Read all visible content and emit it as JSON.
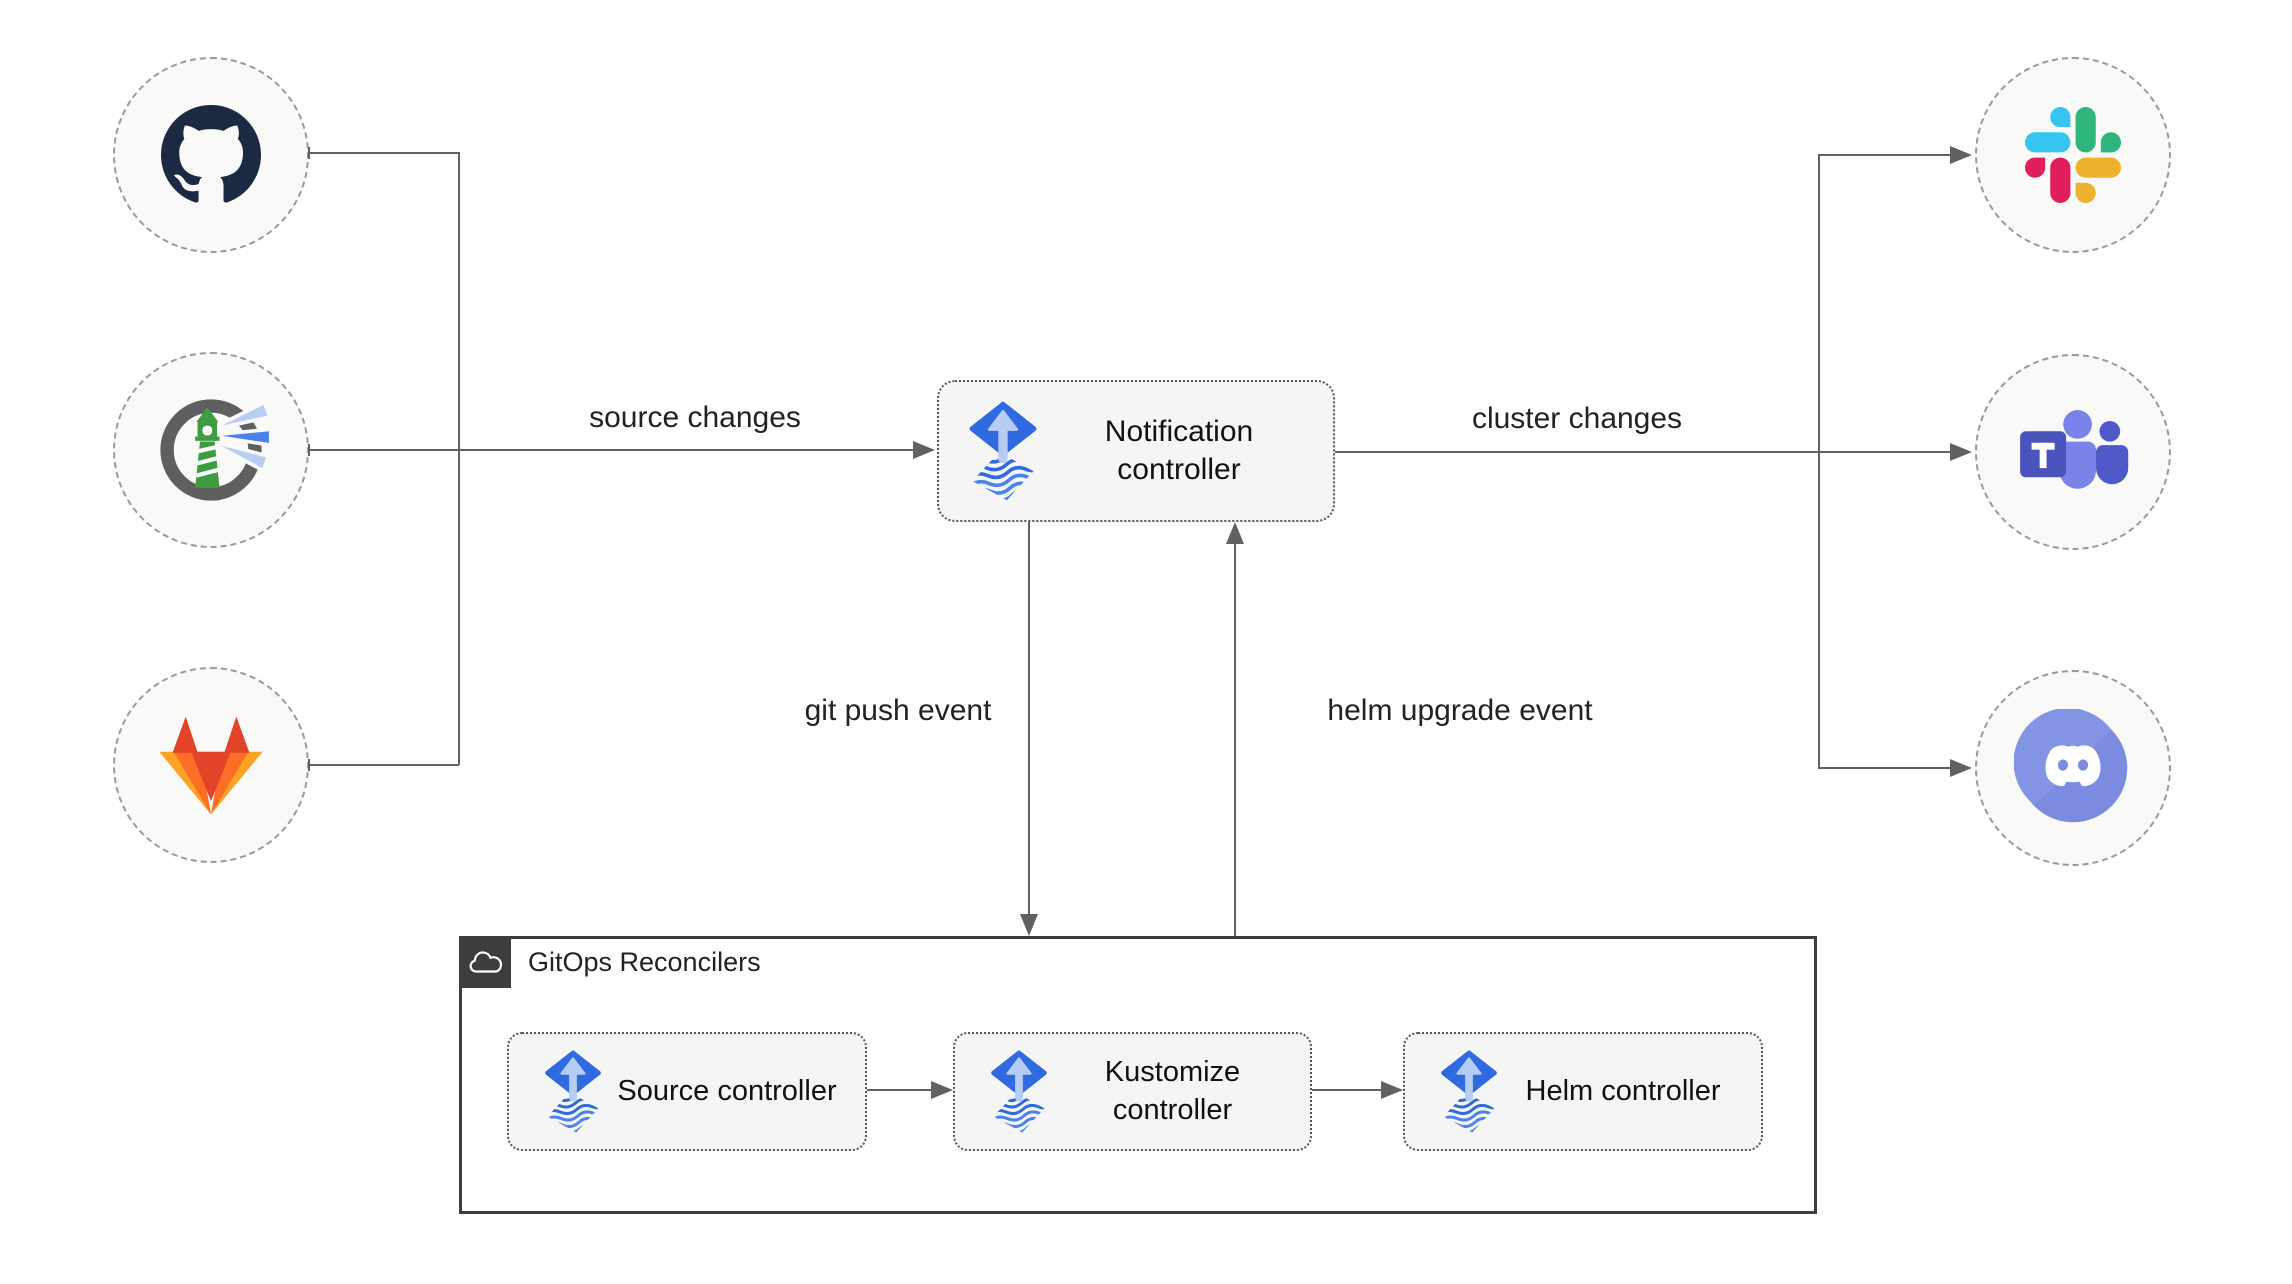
{
  "edge_labels": {
    "source_changes": "source changes",
    "cluster_changes": "cluster changes",
    "git_push_event": "git push event",
    "helm_upgrade_event": "helm upgrade event"
  },
  "notification_controller": {
    "label": "Notification controller",
    "icon": "flux-logo"
  },
  "sources": [
    {
      "name": "github",
      "icon": "github"
    },
    {
      "name": "harbor",
      "icon": "harbor"
    },
    {
      "name": "gitlab",
      "icon": "gitlab"
    }
  ],
  "alert_providers": [
    {
      "name": "slack",
      "icon": "slack"
    },
    {
      "name": "teams",
      "icon": "microsoft-teams"
    },
    {
      "name": "discord",
      "icon": "discord"
    }
  ],
  "reconcilers_group": {
    "title": "GitOps Reconcilers",
    "icon": "cloud",
    "controllers": [
      {
        "label": "Source controller",
        "icon": "flux-logo"
      },
      {
        "label": "Kustomize controller",
        "icon": "flux-logo"
      },
      {
        "label": "Helm controller",
        "icon": "flux-logo"
      }
    ]
  },
  "colors": {
    "connector_gray": "#616161",
    "flux_blue": "#2f6ae0",
    "flux_light_blue": "#b7ccf5",
    "node_fill": "#f5f5f5",
    "circle_fill": "#f9f9f7",
    "group_header": "#3d3d3d",
    "github": "#1b2a42",
    "harbor_green": "#3d9c40",
    "gitlab": [
      "#e24329",
      "#fc6d26",
      "#fca326"
    ],
    "slack": [
      "#36c5f0",
      "#2eb67d",
      "#ecb22e",
      "#e01e5a"
    ],
    "teams": [
      "#4b53bc",
      "#7b83eb",
      "#5059c9"
    ],
    "discord": "#7b8ce0"
  }
}
